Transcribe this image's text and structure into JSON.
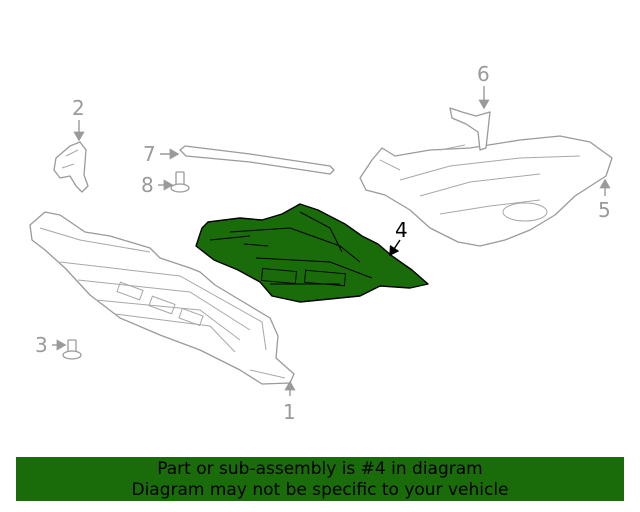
{
  "diagram": {
    "callouts": [
      {
        "id": "1",
        "label": "1"
      },
      {
        "id": "2",
        "label": "2"
      },
      {
        "id": "3",
        "label": "3"
      },
      {
        "id": "4",
        "label": "4",
        "highlighted": true
      },
      {
        "id": "5",
        "label": "5"
      },
      {
        "id": "6",
        "label": "6"
      },
      {
        "id": "7",
        "label": "7"
      },
      {
        "id": "8",
        "label": "8"
      }
    ],
    "highlight_color": "#1a6b0a",
    "line_color": "#9a9a9a"
  },
  "banner": {
    "line1": "Part or sub-assembly is #4 in diagram",
    "line2": "Diagram may not be specific to your vehicle",
    "background": "#1a6b0a"
  }
}
